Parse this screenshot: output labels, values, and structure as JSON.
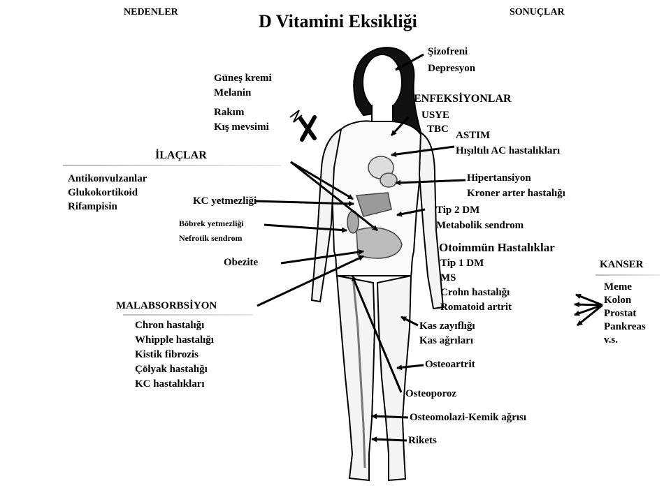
{
  "title": "D Vitamini Eksikliği",
  "headers": {
    "causes": "NEDENLER",
    "results": "SONUÇLAR"
  },
  "causes": {
    "sun": [
      "Güneş kremi",
      "Melanin"
    ],
    "altitude": [
      "Rakım",
      "Kış mevsimi"
    ],
    "drugs_title": "İLAÇLAR",
    "drugs": [
      "Antikonvulzanlar",
      "Glukokortikoid",
      "Rifampisin"
    ],
    "liver": "KC yetmezliği",
    "kidney": [
      "Böbrek yetmezliği",
      "Nefrotik sendrom"
    ],
    "obesity": "Obezite",
    "malabsorption_title": "MALABSORBSİYON",
    "malabsorption": [
      "Chron hastalığı",
      "Whipple hastalığı",
      "Kistik fibrozis",
      "Çölyak hastalığı",
      "KC hastalıkları"
    ]
  },
  "results": {
    "psych": [
      "Şizofreni",
      "Depresyon"
    ],
    "infections_title": "ENFEKSİYONLAR",
    "infections": [
      "USYE",
      "TBC"
    ],
    "asthma": [
      "ASTIM",
      "Hışıltılı AC hastalıkları"
    ],
    "cardio": [
      "Hipertansiyon",
      "Kroner arter hastalığı"
    ],
    "metabolic": [
      "Tip 2 DM",
      "Metabolik sendrom"
    ],
    "autoimmune_title": "Otoimmün Hastalıklar",
    "autoimmune": [
      "Tip 1 DM",
      "MS",
      "Crohn hastalığı",
      "Romatoid artrit"
    ],
    "cancer_title": "KANSER",
    "cancer": [
      "Meme",
      "Kolon",
      "Prostat",
      "Pankreas",
      "v.s."
    ],
    "muscle": [
      "Kas zayıflığı",
      "Kas ağrıları"
    ],
    "osteoarthritis": "Osteoartrit",
    "osteoporosis": "Osteoporoz",
    "osteomalacia": "Osteomolazi-Kemik ağrısı",
    "rickets": "Rikets"
  }
}
